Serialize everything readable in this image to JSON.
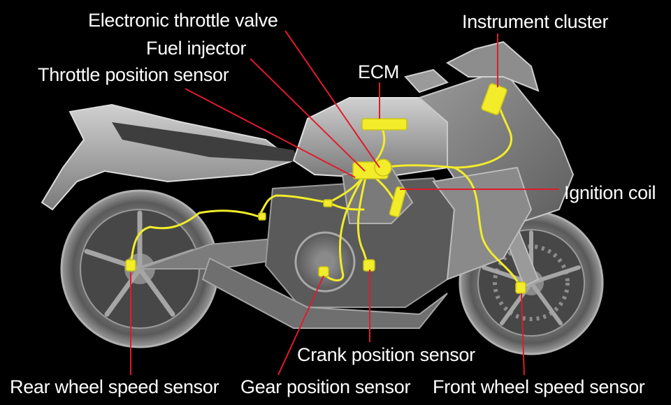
{
  "labels": {
    "electronic_throttle_valve": "Electronic throttle valve",
    "fuel_injector": "Fuel injector",
    "throttle_position_sensor": "Throttle position sensor",
    "ecm": "ECM",
    "instrument_cluster": "Instrument cluster",
    "ignition_coil": "Ignition coil",
    "crank_position_sensor": "Crank position sensor",
    "rear_wheel_speed_sensor": "Rear wheel speed sensor",
    "gear_position_sensor": "Gear position sensor",
    "front_wheel_speed_sensor": "Front wheel speed sensor"
  },
  "colors": {
    "background": "#000000",
    "leader_line": "#e01a2c",
    "harness": "#f2ec2a",
    "body_light": "#b9b9b9",
    "body_dark": "#6a6a6a"
  }
}
